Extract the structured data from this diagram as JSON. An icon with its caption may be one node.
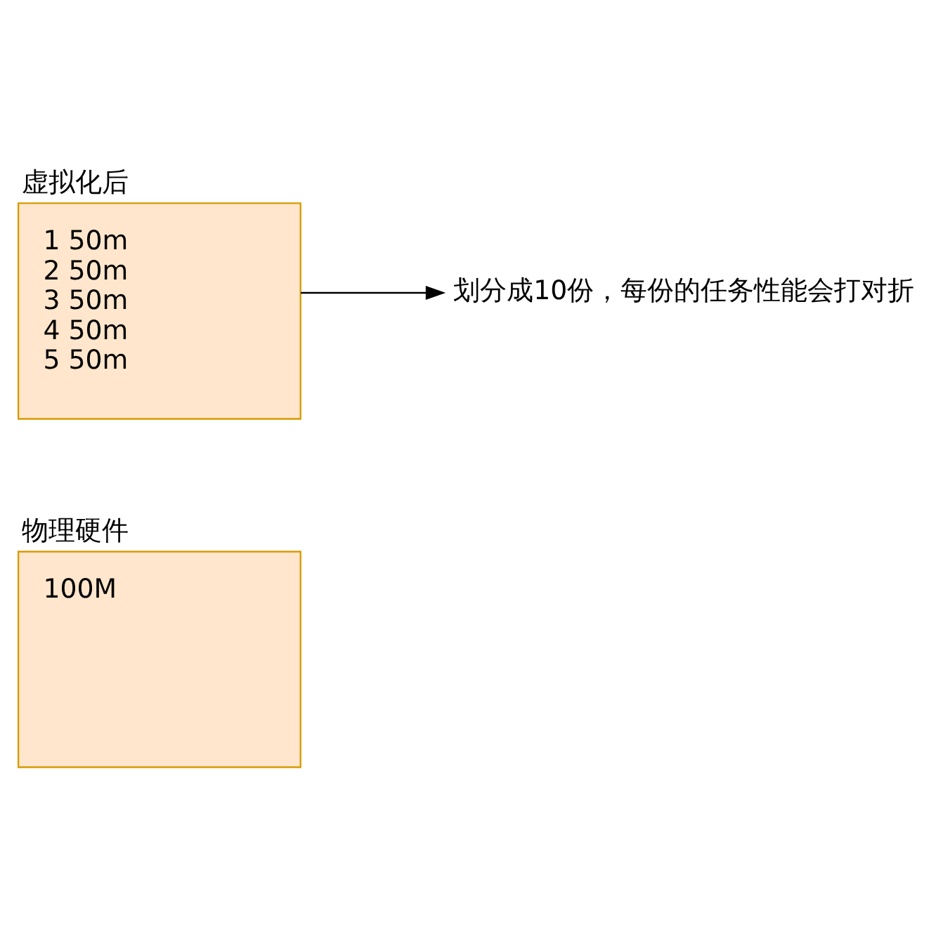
{
  "diagram": {
    "nodes": [
      {
        "text": [
          "物理硬件",
          "100M"
        ]
      },
      {
        "text": [
          "虚拟化后",
          "1 50m",
          "2 50m",
          "3 50m",
          "4 50m",
          "5 50m"
        ]
      },
      {
        "text": [
          "划分成10份，每份的任务性能会打对折"
        ]
      }
    ],
    "edges": [
      {
        "from": 1,
        "to": 2,
        "arrow": "to"
      }
    ]
  }
}
